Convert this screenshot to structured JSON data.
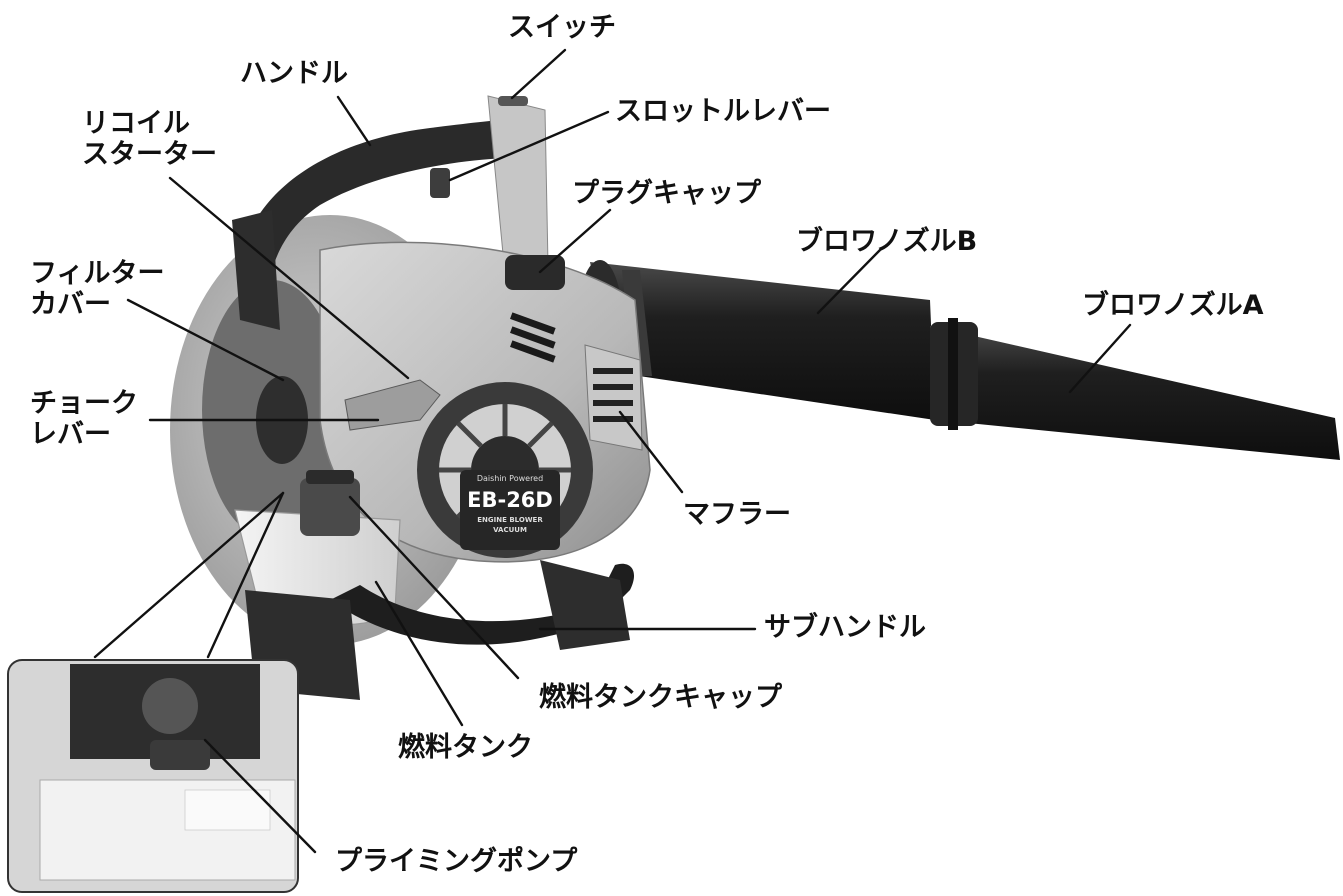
{
  "labels": {
    "switch": "スイッチ",
    "handle": "ハンドル",
    "throttle_lever": "スロットルレバー",
    "recoil_starter_l1": "リコイル",
    "recoil_starter_l2": "スターター",
    "plug_cap": "プラグキャップ",
    "blower_nozzle_b": "ブロワノズルB",
    "blower_nozzle_a": "ブロワノズルA",
    "filter_cover_l1": "フィルター",
    "filter_cover_l2": "カバー",
    "choke_lever_l1": "チョーク",
    "choke_lever_l2": "レバー",
    "muffler": "マフラー",
    "sub_handle": "サブハンドル",
    "fuel_tank_cap": "燃料タンクキャップ",
    "fuel_tank": "燃料タンク",
    "priming_pump": "プライミングポンプ"
  },
  "product": {
    "brand": "Daishin Powered",
    "model": "EB-26D",
    "type_l1": "ENGINE BLOWER",
    "type_l2": "VACUUM"
  },
  "colors": {
    "text": "#111111",
    "body_grey": "#bdbdbd",
    "dark_plastic": "#2a2a2a",
    "nozzle": "#1c1c1c",
    "fuel_tank": "#ececec"
  }
}
